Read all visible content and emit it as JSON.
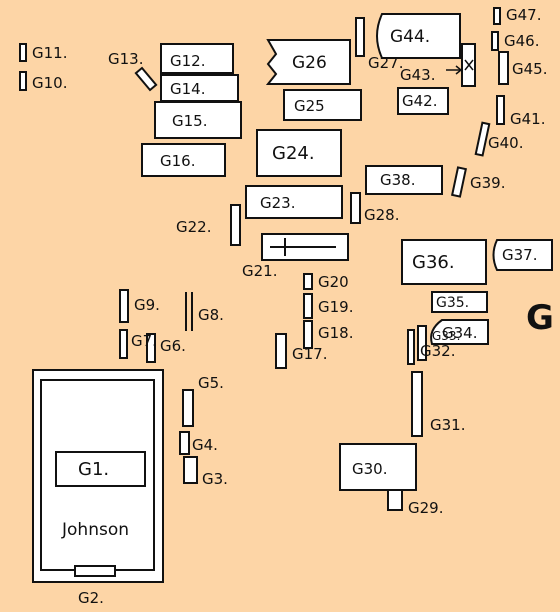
{
  "section_letter": "G",
  "plot_owner": "Johnson",
  "labels": {
    "g1": "G1.",
    "g2": "G2.",
    "g3": "G3.",
    "g4": "G4.",
    "g5": "G5.",
    "g6": "G6.",
    "g7": "G7.",
    "g8": "G8.",
    "g9": "G9.",
    "g10": "G10.",
    "g11": "G11.",
    "g12": "G12.",
    "g13": "G13.",
    "g14": "G14.",
    "g15": "G15.",
    "g16": "G16.",
    "g17": "G17.",
    "g18": "G18.",
    "g19": "G19.",
    "g20": "G20",
    "g21": "G21.",
    "g22": "G22.",
    "g23": "G23.",
    "g24": "G24.",
    "g25": "G25",
    "g26": "G26",
    "g27": "G27.",
    "g28": "G28.",
    "g29": "G29.",
    "g30": "G30.",
    "g31": "G31.",
    "g32": "G32.",
    "g33": "G33.",
    "g34": "G34.",
    "g35": "G35.",
    "g36": "G36.",
    "g37": "G37.",
    "g38": "G38.",
    "g39": "G39.",
    "g40": "G40.",
    "g41": "G41.",
    "g42": "G42.",
    "g43": "G43.",
    "g44": "G44.",
    "g45": "G45.",
    "g46": "G46.",
    "g47": "G47."
  },
  "colors": {
    "background": "#FDD5A6",
    "box_fill": "#FFFFFF",
    "ink": "#111111"
  }
}
